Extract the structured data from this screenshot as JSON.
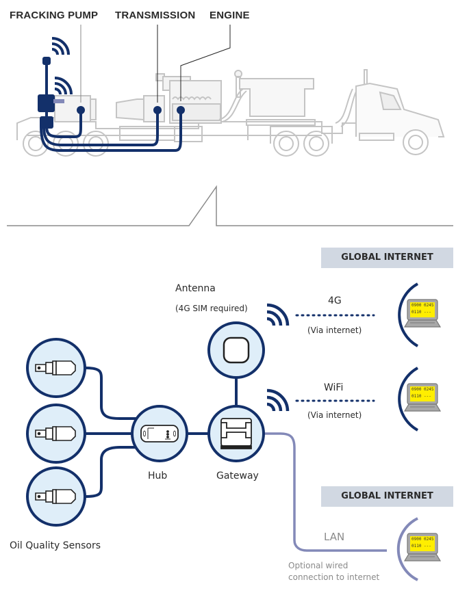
{
  "truck_labels": {
    "fracking_pump": "FRACKING PUMP",
    "transmission": "TRANSMISSION",
    "engine": "ENGINE"
  },
  "network": {
    "antenna_title": "Antenna",
    "antenna_note": "(4G SIM required)",
    "hub": "Hub",
    "gateway": "Gateway",
    "sensors": "Oil Quality Sensors",
    "sensor_count": 3
  },
  "connections": [
    {
      "type": "4G",
      "note": "(Via internet)"
    },
    {
      "type": "WiFi",
      "note": "(Via internet)"
    },
    {
      "type": "LAN",
      "note_line1": "Optional wired",
      "note_line2": "connection to internet"
    }
  ],
  "global_internet": [
    "GLOBAL INTERNET",
    "GLOBAL INTERNET"
  ],
  "laptop_display": {
    "line1": "0900 0245",
    "line2": "0110 ---"
  },
  "colors": {
    "navy": "#13306a",
    "circle_fill": "#dfeef9",
    "lan": "#8389b8",
    "truck_gray": "#c4c4c4",
    "screen_yellow": "#ffee00",
    "bar_bg": "#d1d8e2"
  }
}
